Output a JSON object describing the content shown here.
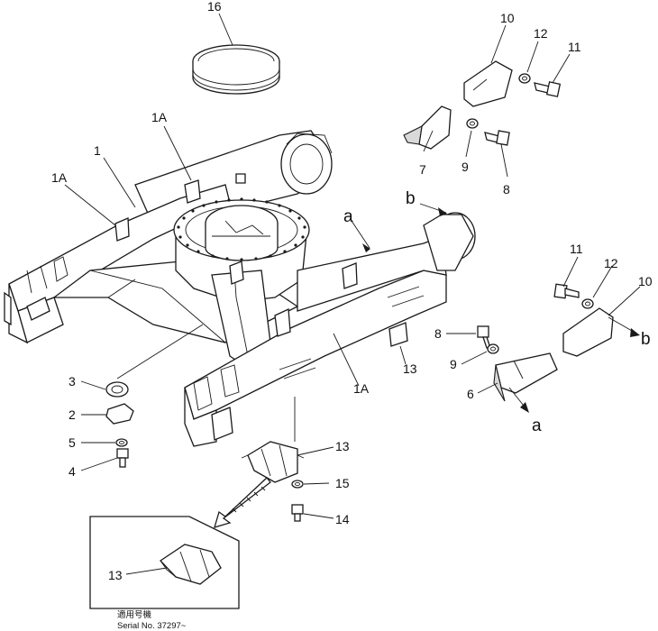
{
  "callouts": [
    {
      "id": "16",
      "text": "16"
    },
    {
      "id": "10-top",
      "text": "10"
    },
    {
      "id": "12-top",
      "text": "12"
    },
    {
      "id": "11-top",
      "text": "11"
    },
    {
      "id": "1A-top",
      "text": "1A"
    },
    {
      "id": "1",
      "text": "1"
    },
    {
      "id": "1A-left",
      "text": "1A"
    },
    {
      "id": "7",
      "text": "7"
    },
    {
      "id": "9-top",
      "text": "9"
    },
    {
      "id": "8-top",
      "text": "8"
    },
    {
      "id": "b-top",
      "text": "b"
    },
    {
      "id": "a-top",
      "text": "a"
    },
    {
      "id": "11-right",
      "text": "11"
    },
    {
      "id": "12-right",
      "text": "12"
    },
    {
      "id": "10-right",
      "text": "10"
    },
    {
      "id": "b-right",
      "text": "b"
    },
    {
      "id": "8-mid",
      "text": "8"
    },
    {
      "id": "9-mid",
      "text": "9"
    },
    {
      "id": "13-mid",
      "text": "13"
    },
    {
      "id": "6",
      "text": "6"
    },
    {
      "id": "a-bottom",
      "text": "a"
    },
    {
      "id": "1A-bottom",
      "text": "1A"
    },
    {
      "id": "3",
      "text": "3"
    },
    {
      "id": "2",
      "text": "2"
    },
    {
      "id": "5",
      "text": "5"
    },
    {
      "id": "4",
      "text": "4"
    },
    {
      "id": "13-lower",
      "text": "13"
    },
    {
      "id": "15",
      "text": "15"
    },
    {
      "id": "14",
      "text": "14"
    },
    {
      "id": "13-inset",
      "text": "13"
    }
  ],
  "inset": {
    "caption_jp": "適用号機",
    "caption_serial": "Serial No. 37297~"
  }
}
